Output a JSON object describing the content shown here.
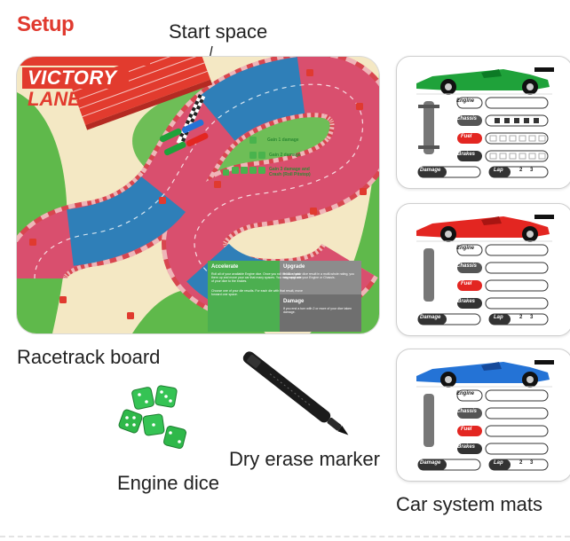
{
  "heading": "Setup",
  "labels": {
    "start_space": "Start space",
    "racetrack": "Racetrack board",
    "engine_dice": "Engine dice",
    "marker": "Dry erase marker",
    "mats": "Car system mats"
  },
  "board": {
    "logo_line1": "VICTORY",
    "logo_line2": "LANE",
    "legend": [
      {
        "text": "Gain 1 damage"
      },
      {
        "text": "Gain 2 damage"
      },
      {
        "text": "Gain 3 damage and Crash (Roll Pitstop)"
      }
    ],
    "accelerate": {
      "title": "Accelerate",
      "text": "Roll all of your available Engine dice. Once you roll the dice, add them up and move your car that many spaces. You may send one of your dice to the brakes.",
      "text2": "Choose one of your die results. For each die with that result, move forward one space."
    },
    "upgrade": {
      "title": "Upgrade",
      "text": "If ALL of your dice result in a multi-whole rating, you may upgrade your Engine or Chassis."
    },
    "damage": {
      "title": "Damage",
      "text": "If you end a turn with 2 or more of your dice taken damage."
    }
  },
  "mats": [
    {
      "car_color": "#1fa23a",
      "accent": "#0c7a25"
    },
    {
      "car_color": "#e32621",
      "accent": "#a81512"
    },
    {
      "car_color": "#2473d6",
      "accent": "#15499a"
    }
  ],
  "mat_rows": [
    {
      "label": "Engine",
      "kind": "engine"
    },
    {
      "label": "Chassis",
      "kind": "chassis"
    },
    {
      "label": "Fuel",
      "kind": "fuel"
    },
    {
      "label": "Brakes",
      "kind": "brakes"
    }
  ],
  "mat_footer": {
    "damage": "Damage",
    "lap": "Lap",
    "lap_numbers": [
      "2",
      "3"
    ]
  },
  "colors": {
    "accent_red": "#e03a2f",
    "track_pink": "#d94f6e",
    "track_blue": "#2f7fb8",
    "grass": "#5fb94b",
    "dice_green": "#2fb84a"
  }
}
